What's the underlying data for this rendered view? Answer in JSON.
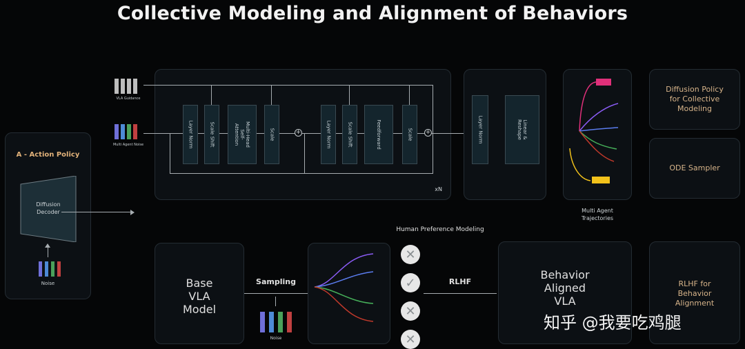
{
  "title": "Collective Modeling and Alignment of Behaviors",
  "action_policy": {
    "title": "A - Action Policy",
    "decoder": "Diffusion\nDecoder",
    "noise": "Noise"
  },
  "inputs": {
    "vla_guidance": "VLA Guidance",
    "multi_agent_noise": "Multi Agent Noise"
  },
  "transformer": {
    "blocks": [
      "Layer Norm",
      "Scale Shift",
      "Multi-Head Self-Attention",
      "Scale",
      "Layer Norm",
      "Scale Shift",
      "Feedforward",
      "Scale"
    ],
    "repeat": "xN",
    "plus": "+"
  },
  "head": {
    "blocks": [
      "Layer Norm",
      "Linear & Reshape"
    ]
  },
  "trajectories_label": "Multi Agent\nTrajectories",
  "right_labels": [
    "Diffusion Policy\nfor Collective\nModeling",
    "ODE Sampler",
    "RLHF for\nBehavior\nAlignment"
  ],
  "bottom": {
    "base_model": "Base\nVLA\nModel",
    "sampling": "Sampling",
    "noise": "Noise",
    "human_pref": "Human Preference Modeling",
    "rlhf": "RLHF",
    "aligned_model": "Behavior\nAligned\nVLA",
    "marks": [
      "✕",
      "✓",
      "✕",
      "✕"
    ]
  },
  "watermark": "知乎 @我要吃鸡腿",
  "colors": {
    "accent_label": "#d7b48a",
    "traj_pink": "#e0307a",
    "traj_purple": "#8b5cf6",
    "traj_blue": "#5b7df0",
    "traj_green": "#46b05a",
    "traj_red": "#c0392b",
    "traj_yellow": "#f2c21b"
  }
}
